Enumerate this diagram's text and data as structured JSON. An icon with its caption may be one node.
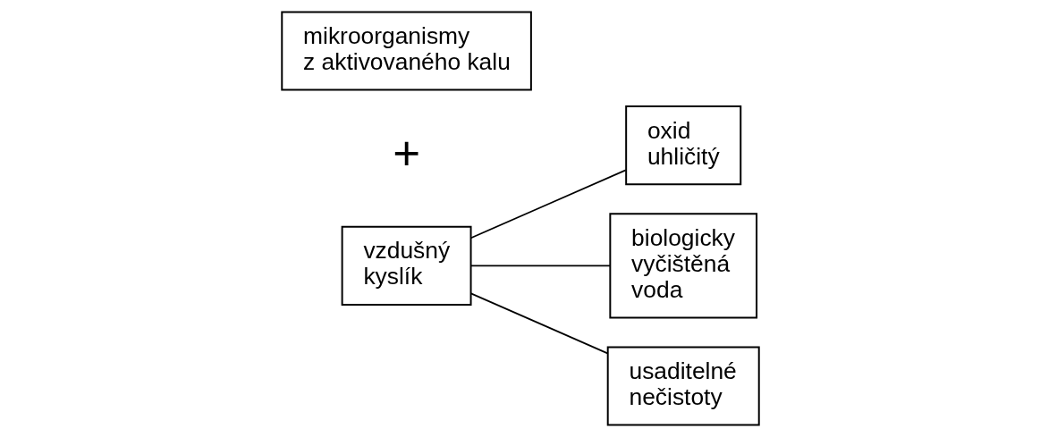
{
  "diagram": {
    "nodes": [
      {
        "text": [
          "mikroorganismy z aktivovaného kalu"
        ]
      },
      {
        "text": [
          "vzdušný kyslík"
        ]
      },
      {
        "text": [
          "oxid uhličitý"
        ]
      },
      {
        "text": [
          "biologicky vyčištěná voda"
        ]
      },
      {
        "text": [
          "usaditelné nečistoty"
        ]
      }
    ],
    "edges": [
      {
        "from": 1,
        "to": 2,
        "arrow": "none"
      },
      {
        "from": 1,
        "to": 3,
        "arrow": "none"
      },
      {
        "from": 1,
        "to": 4,
        "arrow": "none"
      }
    ],
    "labels": [
      "+"
    ]
  }
}
